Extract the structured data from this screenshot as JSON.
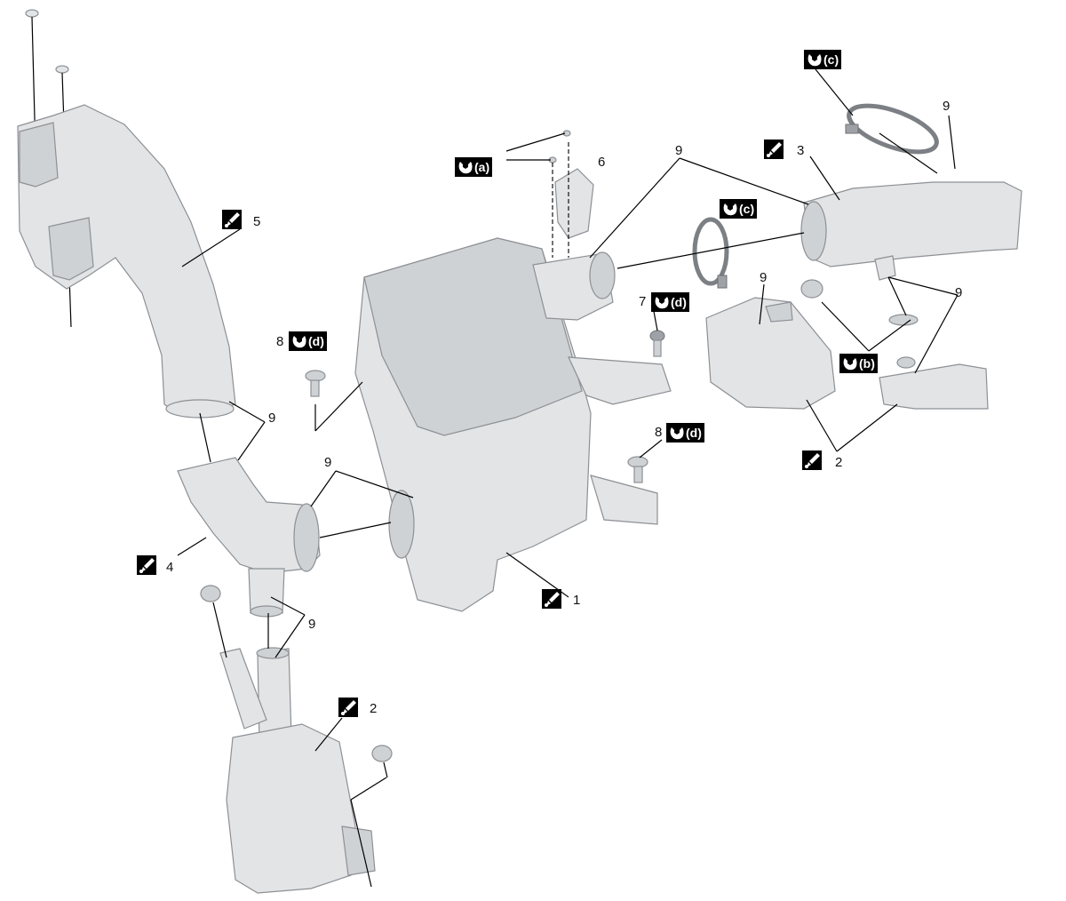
{
  "callouts": {
    "n1": "1",
    "n2a": "2",
    "n2b": "2",
    "n3": "3",
    "n4": "4",
    "n5": "5",
    "n6": "6",
    "n7": "7",
    "n8a": "8",
    "n8b": "8",
    "n9a": "9",
    "n9b": "9",
    "n9c": "9",
    "n9d": "9",
    "n9e": "9",
    "n9f": "9",
    "n9g": "9"
  },
  "torque_codes": {
    "a": "(a)",
    "b": "(b)",
    "c1": "(c)",
    "c2": "(c)",
    "d1": "(d)",
    "d2": "(d)",
    "d3": "(d)"
  },
  "icons": {
    "torque": "torque-wrench-icon",
    "lubricant": "grease-apply-icon"
  },
  "colors": {
    "part_fill": "#e2e4e6",
    "part_edge": "#8d9094",
    "symbol_bg": "#000000",
    "symbol_fg": "#ffffff"
  }
}
